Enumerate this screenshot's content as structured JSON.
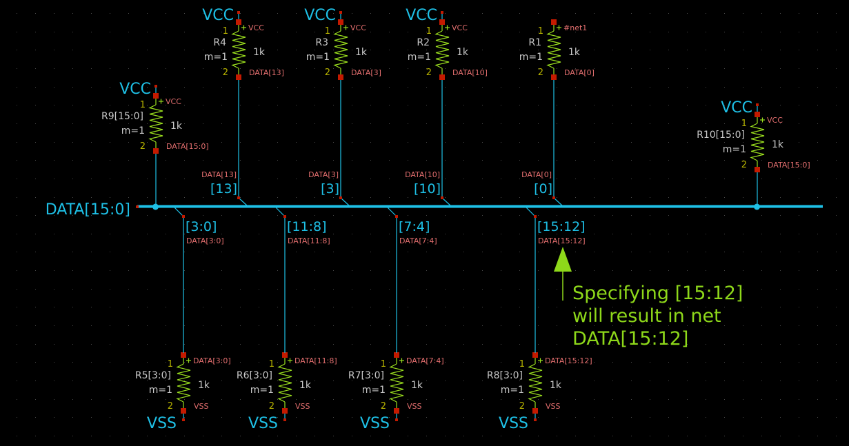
{
  "colors": {
    "background": "#000000",
    "grid": "#4a4a4a",
    "wire": "#1ec0e6",
    "resistor_body": "#9ade1e",
    "pin": "#c41a00",
    "net_label": "#e46f6f",
    "pin_number": "#b8b400",
    "instance_text": "#c8c8c8",
    "annotation": "#8ed81a"
  },
  "bus": {
    "label": "DATA[15:0]"
  },
  "top_resistors": [
    {
      "id": "R9",
      "name": "R9[15:0]",
      "m": "m=1",
      "value": "1k",
      "pin1": "1",
      "pin2": "2",
      "top_net": "VCC",
      "bottom_net": "DATA[15:0]",
      "power_label": "VCC"
    },
    {
      "id": "R4",
      "name": "R4",
      "m": "m=1",
      "value": "1k",
      "pin1": "1",
      "pin2": "2",
      "top_net": "VCC",
      "bottom_net": "DATA[13]",
      "power_label": "VCC"
    },
    {
      "id": "R3",
      "name": "R3",
      "m": "m=1",
      "value": "1k",
      "pin1": "1",
      "pin2": "2",
      "top_net": "VCC",
      "bottom_net": "DATA[3]",
      "power_label": "VCC"
    },
    {
      "id": "R2",
      "name": "R2",
      "m": "m=1",
      "value": "1k",
      "pin1": "1",
      "pin2": "2",
      "top_net": "VCC",
      "bottom_net": "DATA[10]",
      "power_label": "VCC"
    },
    {
      "id": "R1",
      "name": "R1",
      "m": "m=1",
      "value": "1k",
      "pin1": "1",
      "pin2": "2",
      "top_net": "#net1",
      "bottom_net": "DATA[0]",
      "power_label": ""
    },
    {
      "id": "R10",
      "name": "R10[15:0]",
      "m": "m=1",
      "value": "1k",
      "pin1": "1",
      "pin2": "2",
      "top_net": "VCC",
      "bottom_net": "DATA[15:0]",
      "power_label": "VCC"
    }
  ],
  "top_taps": [
    {
      "index": "[13]",
      "net": "DATA[13]"
    },
    {
      "index": "[3]",
      "net": "DATA[3]"
    },
    {
      "index": "[10]",
      "net": "DATA[10]"
    },
    {
      "index": "[0]",
      "net": "DATA[0]"
    }
  ],
  "bottom_taps": [
    {
      "index": "[3:0]",
      "net": "DATA[3:0]"
    },
    {
      "index": "[11:8]",
      "net": "DATA[11:8]"
    },
    {
      "index": "[7:4]",
      "net": "DATA[7:4]"
    },
    {
      "index": "[15:12]",
      "net": "DATA[15:12]"
    }
  ],
  "bottom_resistors": [
    {
      "id": "R5",
      "name": "R5[3:0]",
      "m": "m=1",
      "value": "1k",
      "pin1": "1",
      "pin2": "2",
      "top_net": "DATA[3:0]",
      "bottom_net": "VSS",
      "power_label": "VSS"
    },
    {
      "id": "R6",
      "name": "R6[3:0]",
      "m": "m=1",
      "value": "1k",
      "pin1": "1",
      "pin2": "2",
      "top_net": "DATA[11:8]",
      "bottom_net": "VSS",
      "power_label": "VSS"
    },
    {
      "id": "R7",
      "name": "R7[3:0]",
      "m": "m=1",
      "value": "1k",
      "pin1": "1",
      "pin2": "2",
      "top_net": "DATA[7:4]",
      "bottom_net": "VSS",
      "power_label": "VSS"
    },
    {
      "id": "R8",
      "name": "R8[3:0]",
      "m": "m=1",
      "value": "1k",
      "pin1": "1",
      "pin2": "2",
      "top_net": "DATA[15:12]",
      "bottom_net": "VSS",
      "power_label": "VSS"
    }
  ],
  "annotation": {
    "lines": [
      "Specifying [15:12]",
      "will result in net",
      "DATA[15:12]"
    ]
  }
}
